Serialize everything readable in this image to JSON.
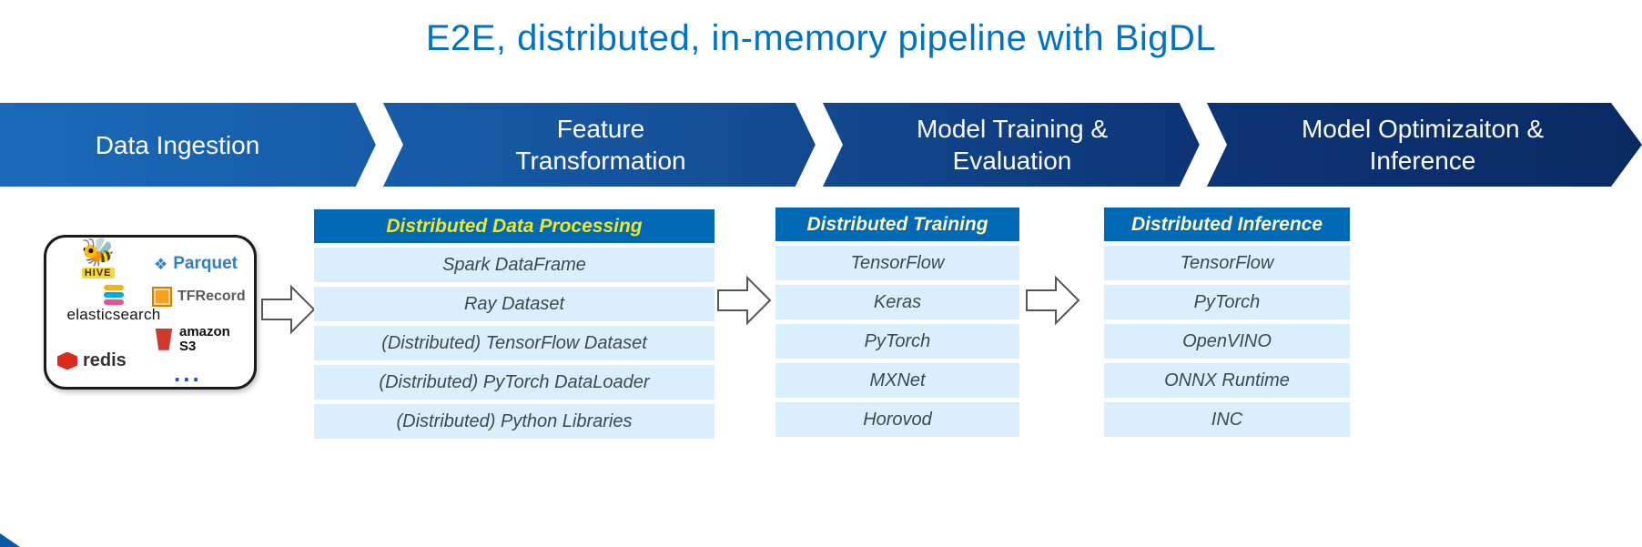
{
  "title": "E2E, distributed, in-memory pipeline with BigDL",
  "banner": {
    "stages": [
      "Data Ingestion",
      "Feature Transformation",
      "Model Training & Evaluation",
      "Model Optimizaiton & Inference"
    ]
  },
  "sources": {
    "hive": "HIVE",
    "hive_icon": "🐝",
    "parquet": "Parquet",
    "parquet_icon": "❖",
    "elasticsearch": "elasticsearch",
    "tfrecord": "TFRecord",
    "amazon": "amazon",
    "s3": "S3",
    "redis": "redis",
    "more": "..."
  },
  "tables": [
    {
      "header": "Distributed Data Processing",
      "rows": [
        "Spark DataFrame",
        "Ray Dataset",
        "(Distributed) TensorFlow Dataset",
        "(Distributed) PyTorch DataLoader",
        "(Distributed) Python Libraries"
      ]
    },
    {
      "header": "Distributed Training",
      "rows": [
        "TensorFlow",
        "Keras",
        "PyTorch",
        "MXNet",
        "Horovod"
      ]
    },
    {
      "header": "Distributed Inference",
      "rows": [
        "TensorFlow",
        "PyTorch",
        "OpenVINO",
        "ONNX Runtime",
        "INC"
      ]
    }
  ],
  "colors": {
    "title": "#0072c6",
    "banner_gradient_start": "#1a6ab9",
    "banner_gradient_end": "#0a2a63",
    "table_header_bg": "#0068b5",
    "table_header_text_yellow": "#ece62c",
    "table_header_text_pale": "#f9f6c0",
    "row_bg": "#daeefb",
    "row_text": "#3d4a55"
  }
}
